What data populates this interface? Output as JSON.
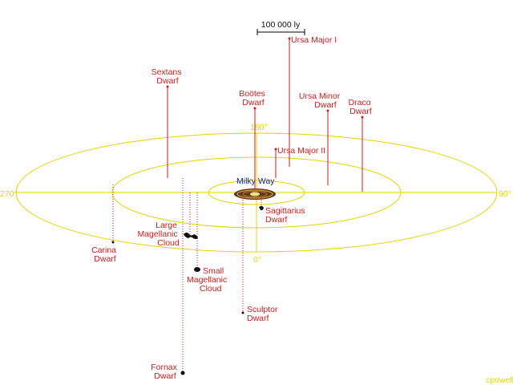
{
  "scale_bar": {
    "label": "100 000 ly"
  },
  "angles": {
    "a0": "0°",
    "a90": "90°",
    "a180": "180°",
    "a270": "270°"
  },
  "milky_way": "Milky Way",
  "galaxies": {
    "ursa_major_1": [
      "Ursa Major I"
    ],
    "sextans": [
      "Sextans",
      "Dwarf"
    ],
    "bootes": [
      "Boötes",
      "Dwarf"
    ],
    "ursa_minor": [
      "Ursa Minor",
      "Dwarf"
    ],
    "draco": [
      "Draco",
      "Dwarf"
    ],
    "ursa_major_2": [
      "Ursa Major II"
    ],
    "sagittarius": [
      "Sagittarius",
      "Dwarf"
    ],
    "lmc": [
      "Large",
      "Magellanic",
      "Cloud"
    ],
    "carina": [
      "Carina",
      "Dwarf"
    ],
    "smc": [
      "Small",
      "Magellanic",
      "Cloud"
    ],
    "sculptor": [
      "Sculptor",
      "Dwarf"
    ],
    "fornax": [
      "Fornax",
      "Dwarf"
    ]
  },
  "credit": "cpowell",
  "colors": {
    "above_plane": "#d11a1a",
    "plane": "#e8d200",
    "below_plane": "#111111",
    "milky_way_label": "#0a1fbf"
  }
}
